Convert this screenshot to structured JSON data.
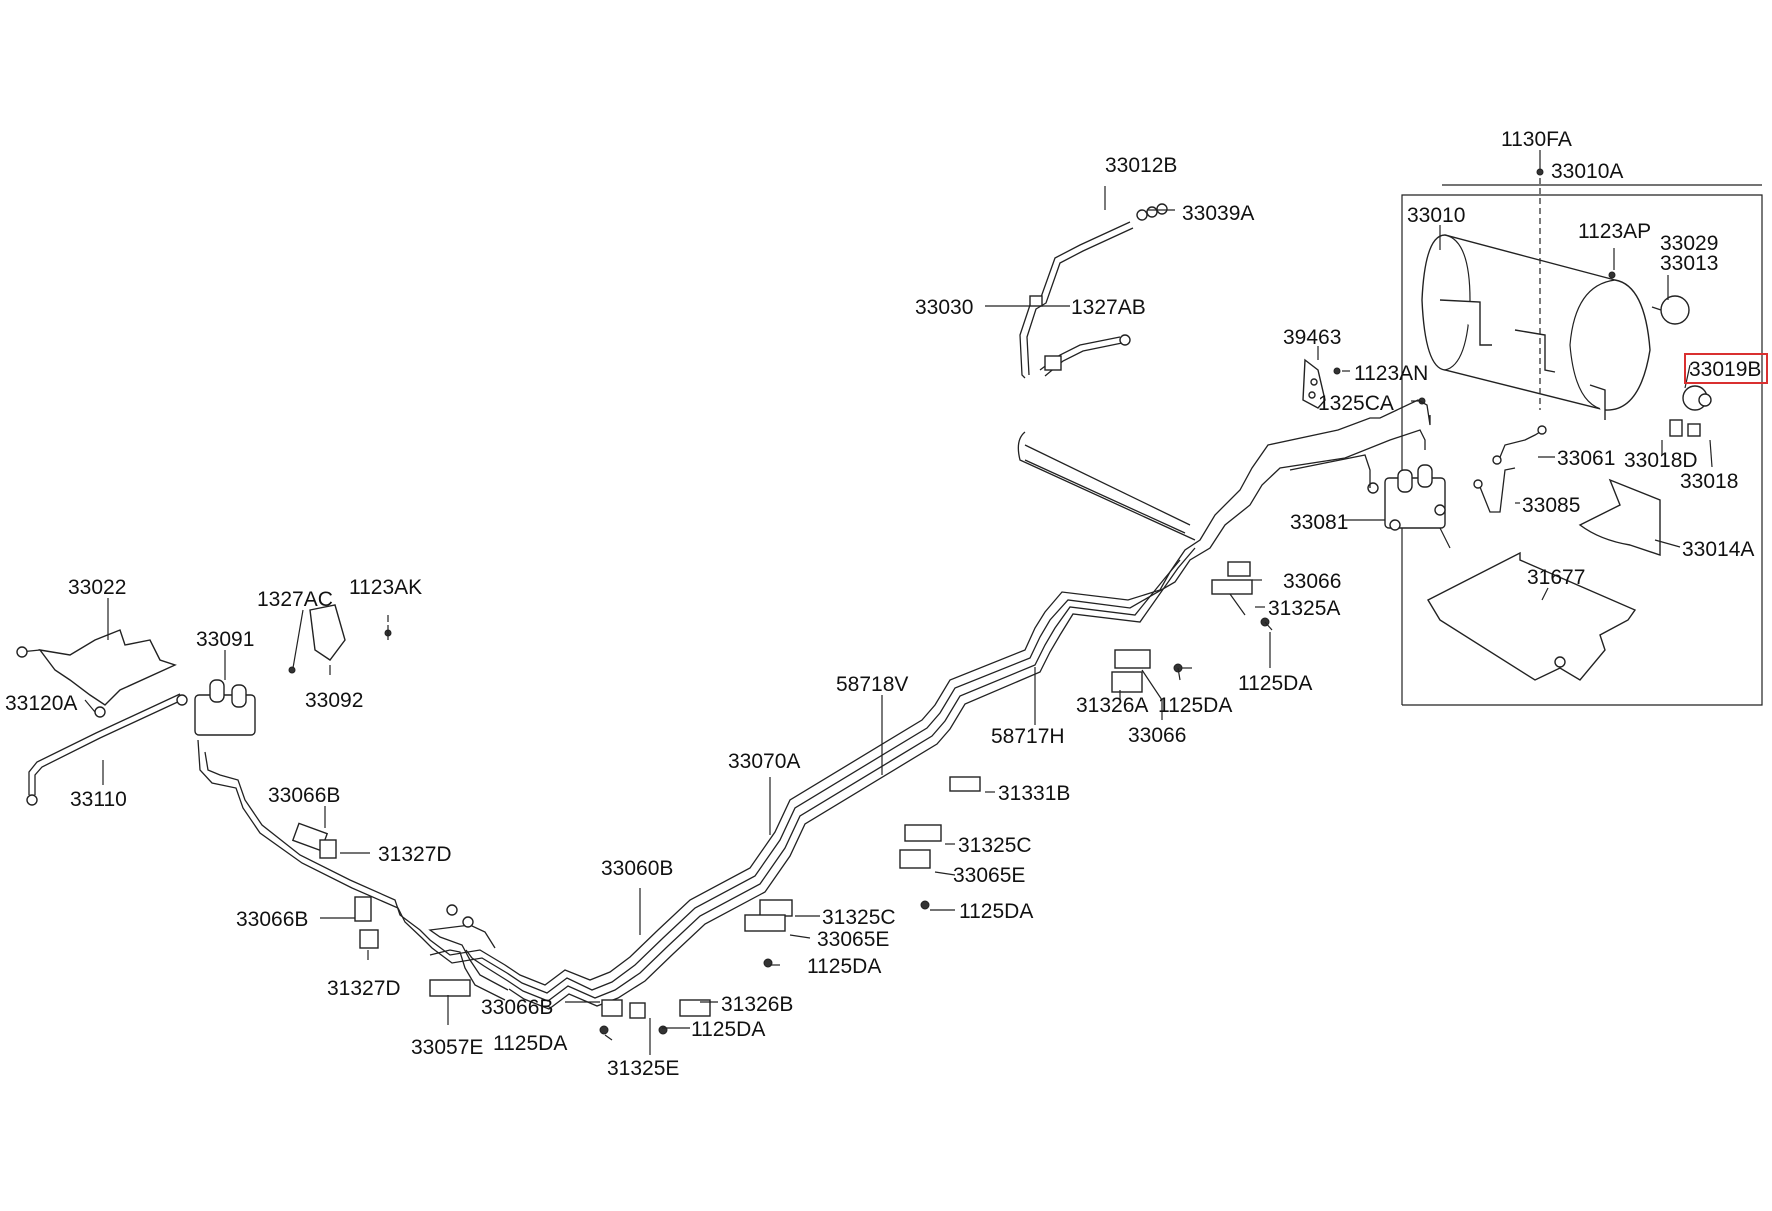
{
  "labels": {
    "l1130FA": "1130FA",
    "l33010A": "33010A",
    "l33010": "33010",
    "l1123AP": "1123AP",
    "l33029": "33029",
    "l33013": "33013",
    "l33019B": "33019B",
    "l33018D": "33018D",
    "l33018": "33018",
    "l33061": "33061",
    "l33085": "33085",
    "l33014A": "33014A",
    "l31677": "31677",
    "l33012B": "33012B",
    "l33039A": "33039A",
    "l33030": "33030",
    "l1327AB": "1327AB",
    "l39463": "39463",
    "l1123AN": "1123AN",
    "l1325CA": "1325CA",
    "l33081": "33081",
    "l33066a": "33066",
    "l31325A": "31325A",
    "l1125DAa": "1125DA",
    "l31326A": "31326A",
    "l1125DAb": "1125DA",
    "l33066b": "33066",
    "l58718V": "58718V",
    "l58717H": "58717H",
    "l33022": "33022",
    "l1327AC": "1327AC",
    "l1123AK": "1123AK",
    "l33091": "33091",
    "l33092": "33092",
    "l33120A": "33120A",
    "l33110": "33110",
    "l33070A": "33070A",
    "l31331B": "31331B",
    "l31325C": "31325C",
    "l33065Ea": "33065E",
    "l1125DAc": "1125DA",
    "l33066Ba": "33066B",
    "l31327Da": "31327D",
    "l33060B": "33060B",
    "l31325Cb": "31325C",
    "l33065Eb": "33065E",
    "l1125DAd": "1125DA",
    "l33066Bb": "33066B",
    "l31327Db": "31327D",
    "l33057E": "33057E",
    "l33066Bc": "33066B",
    "l31326B": "31326B",
    "l1125DAe": "1125DA",
    "l1125DAf": "1125DA",
    "l31325E": "31325E"
  },
  "highlight_color": "#d93030"
}
